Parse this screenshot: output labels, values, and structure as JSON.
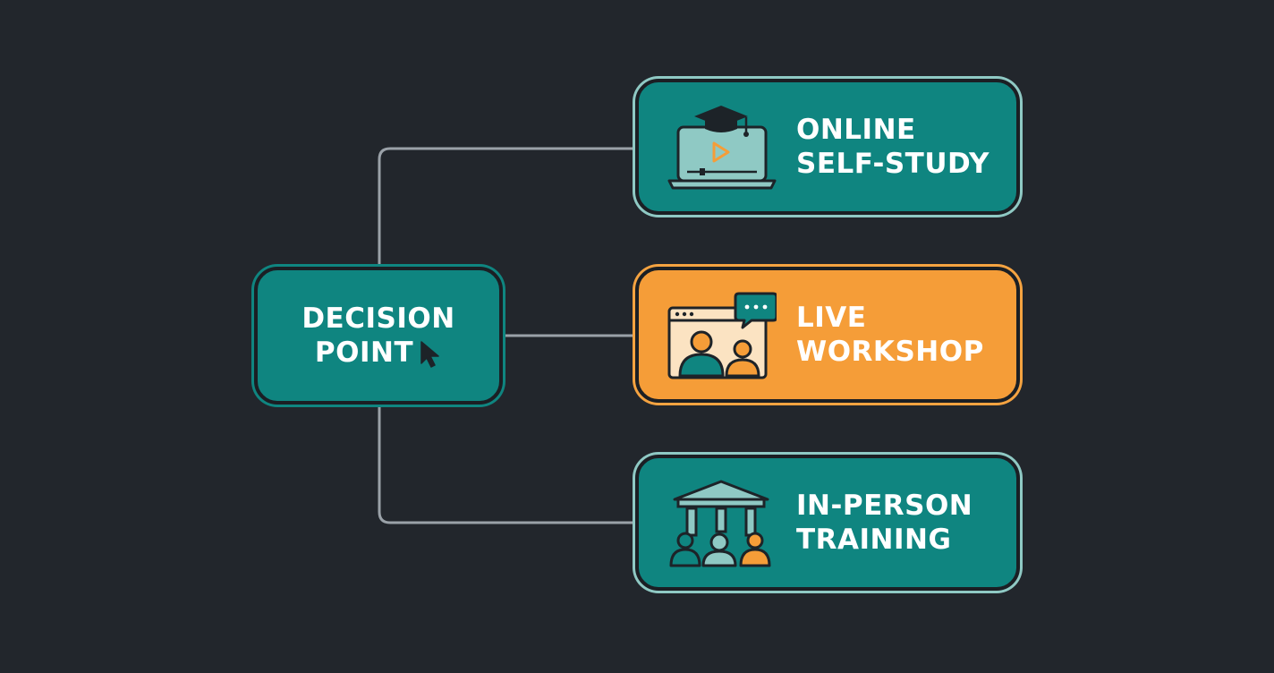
{
  "colors": {
    "background": "#22262c",
    "teal": "#0f8580",
    "teal_ring": "#8fc9c4",
    "orange": "#f59d38",
    "orange_ring": "#f5a341",
    "connector": "#9aa1a8"
  },
  "decision": {
    "line1": "DECISION",
    "line2": "POINT",
    "icon": "cursor-icon"
  },
  "options": [
    {
      "line1": "ONLINE",
      "line2": "SELF-STUDY",
      "icon": "laptop-graduation-cap-icon",
      "highlighted": false
    },
    {
      "line1": "LIVE",
      "line2": "WORKSHOP",
      "icon": "video-call-chat-icon",
      "highlighted": true
    },
    {
      "line1": "IN-PERSON",
      "line2": "TRAINING",
      "icon": "building-group-icon",
      "highlighted": false
    }
  ]
}
